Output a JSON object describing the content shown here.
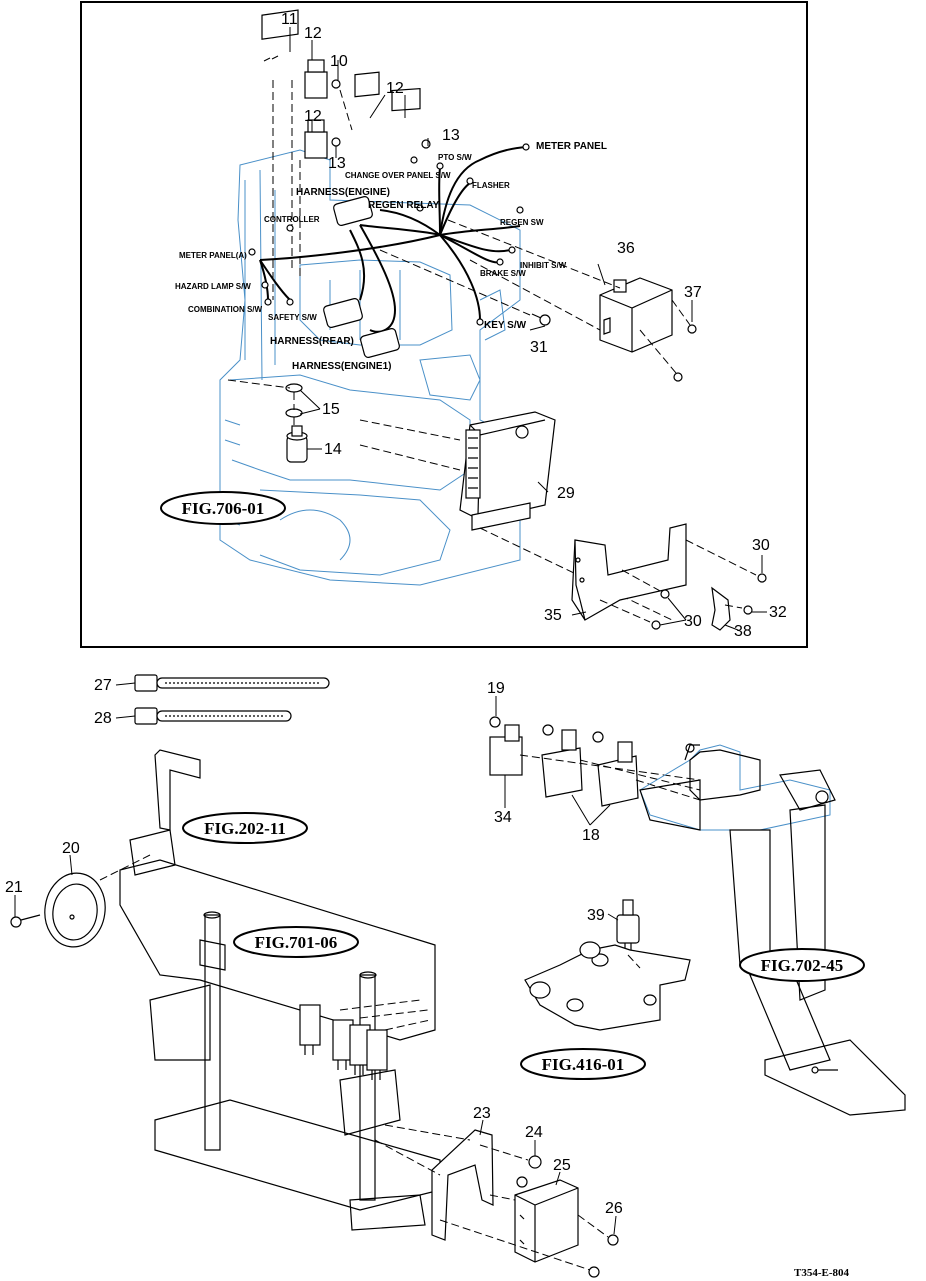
{
  "figure_code": "T354-E-804",
  "references": {
    "fig_706_01": "FIG.706-01",
    "fig_202_11": "FIG.202-11",
    "fig_701_06": "FIG.701-06",
    "fig_702_45": "FIG.702-45",
    "fig_416_01": "FIG.416-01"
  },
  "harness_labels": {
    "meter_panel": "METER PANEL",
    "pto_sw": "PTO S/W",
    "change_over_panel_sw": "CHANGE OVER PANEL S/W",
    "flasher": "FLASHER",
    "harness_engine": "HARNESS(ENGINE)",
    "regen_relay": "REGEN RELAY",
    "controller": "CONTROLLER",
    "regen_sw": "REGEN SW",
    "meter_panel_a": "METER PANEL(A)",
    "inhibit_sw": "INHIBIT S/W",
    "brake_sw": "BRAKE S/W",
    "hazard_lamp_sw": "HAZARD LAMP S/W",
    "combination_sw": "COMBINATION  S/W",
    "safety_sw": "SAFETY S/W",
    "key_sw": "KEY S/W",
    "harness_rear": "HARNESS(REAR)",
    "harness_engine1": "HARNESS(ENGINE1)"
  },
  "callouts": {
    "c10": "10",
    "c11": "11",
    "c12a": "12",
    "c12b": "12",
    "c12c": "12",
    "c13a": "13",
    "c13b": "13",
    "c14": "14",
    "c15": "15",
    "c18": "18",
    "c19": "19",
    "c20": "20",
    "c21": "21",
    "c23": "23",
    "c24": "24",
    "c25": "25",
    "c26": "26",
    "c27": "27",
    "c28": "28",
    "c29": "29",
    "c30a": "30",
    "c30b": "30",
    "c31": "31",
    "c32": "32",
    "c34": "34",
    "c35": "35",
    "c36": "36",
    "c37": "37",
    "c38": "38",
    "c39": "39"
  }
}
